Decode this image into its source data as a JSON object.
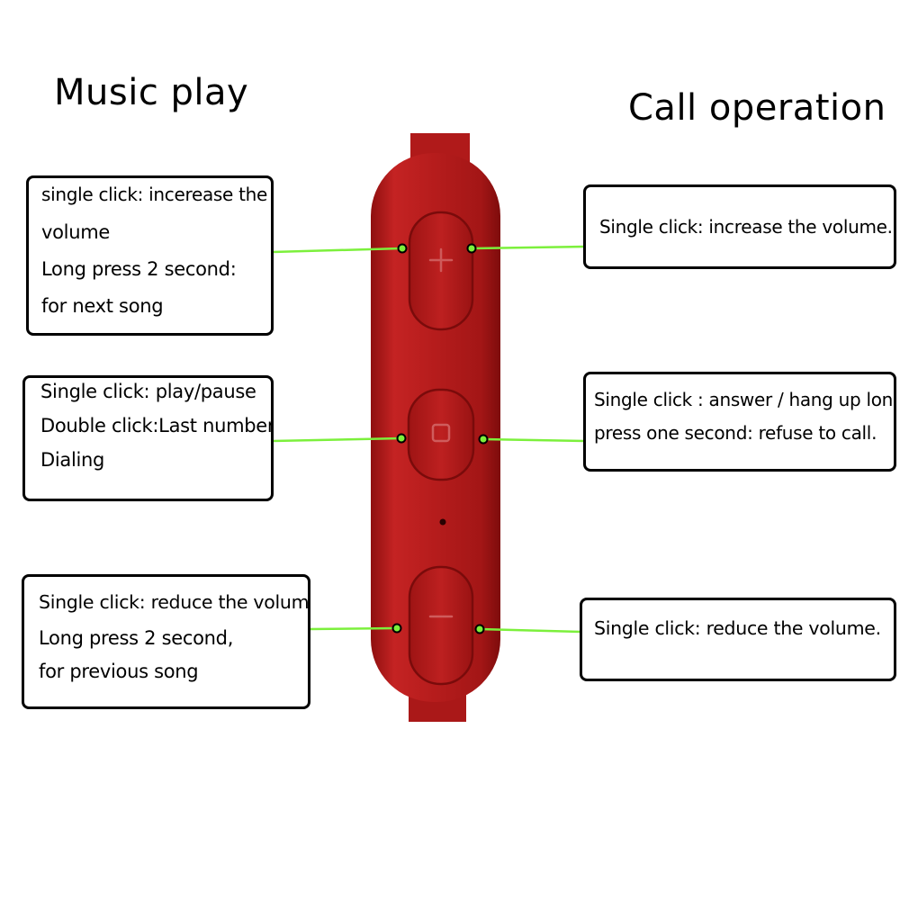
{
  "headings": {
    "music_play": "Music play",
    "call_operation": "Call operation"
  },
  "music_play": {
    "volume_up": [
      "single click: incerease the",
      "volume",
      "Long press 2 second:",
      "for next song"
    ],
    "play_pause": [
      "Single click: play/pause",
      "Double click:Last number",
      "Dialing"
    ],
    "volume_down": [
      "Single click: reduce the volume",
      "Long press 2 second,",
      "for previous song"
    ]
  },
  "call_operation": {
    "volume_up": [
      "Single click: increase the  volume."
    ],
    "answer": [
      "Single click : answer / hang up long",
      "press one second: refuse to call."
    ],
    "volume_down": [
      "Single click: reduce the volume."
    ]
  },
  "colors": {
    "remote_body": "#b31a1a",
    "leader_line": "#7cf03c",
    "text": "#000000"
  },
  "icons": {
    "plus_button": "plus-icon",
    "play_button": "square-icon",
    "minus_button": "minus-icon"
  }
}
